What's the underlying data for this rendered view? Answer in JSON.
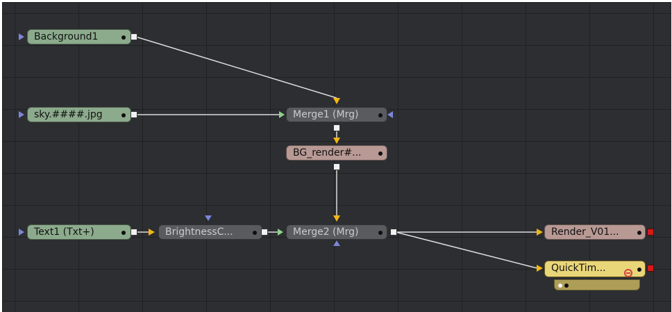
{
  "nodes": {
    "background1": "Background1",
    "sky": "sky.####.jpg",
    "text1": "Text1  (Txt+)",
    "brightness": "BrightnessC...",
    "merge1": "Merge1  (Mrg)",
    "merge2": "Merge2  (Mrg)",
    "bg_render": "BG_render#...",
    "render_v01": "Render_V01...",
    "quicktime": "QuickTim..."
  },
  "colors": {
    "canvas": "#2c2e31",
    "loader": "#8cab8d",
    "tool": "#595b5f",
    "saver": "#b89994",
    "quicktime": "#e9d679",
    "foreground_input": "#8ed28a",
    "background_input": "#f3b515",
    "mask_input": "#7b86d8",
    "output_port": "#f1f1f1",
    "saver_output": "#d51a1a"
  },
  "icons": {
    "input": "triangle-arrow",
    "output": "square-port",
    "pass_through": "minus-circle-icon"
  }
}
